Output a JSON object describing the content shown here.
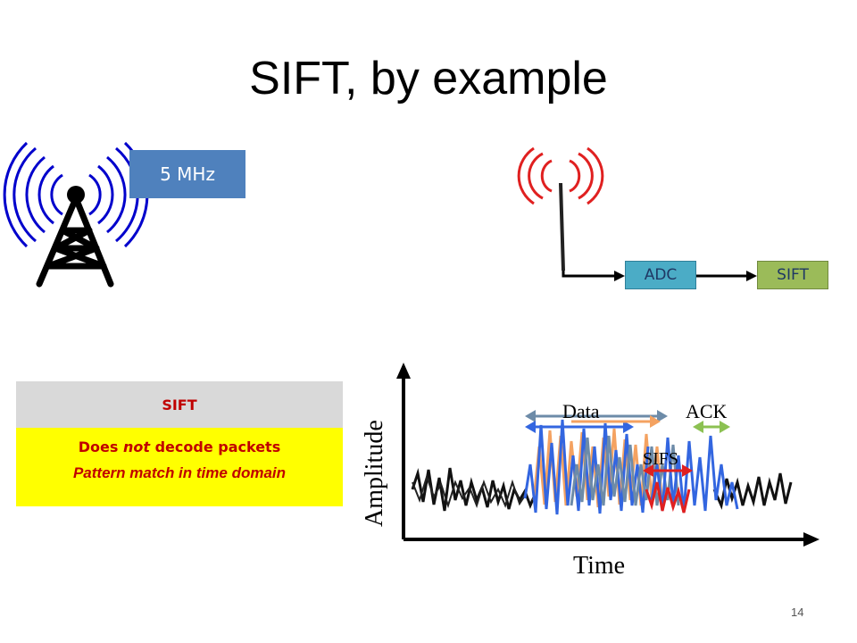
{
  "slide": {
    "title": "SIFT, by example",
    "page_number": "14"
  },
  "transmitter": {
    "frequency_label": "5 MHz",
    "color": "#0000cc"
  },
  "receiver": {
    "adc_label": "ADC",
    "sift_label": "SIFT",
    "wave_color": "#e02020"
  },
  "panel": {
    "header": "SIFT",
    "line1_prefix": "Does ",
    "line1_emphasis": "not",
    "line1_suffix": " decode packets",
    "line2": "Pattern match in time domain"
  },
  "plot": {
    "x_label": "Time",
    "y_label": "Amplitude",
    "data_label": "Data",
    "ack_label": "ACK",
    "sifs_label": "SIFS"
  }
}
